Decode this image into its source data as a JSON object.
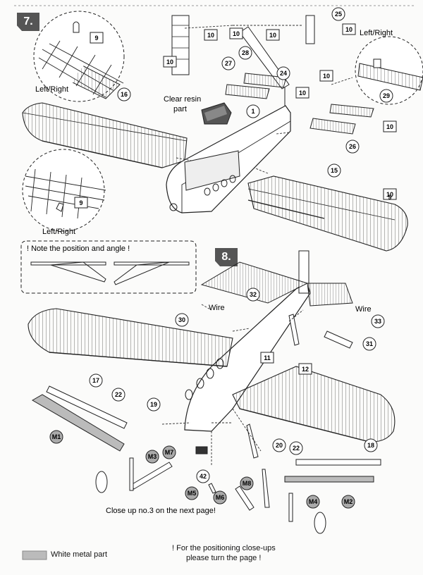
{
  "steps": {
    "step7": "7.",
    "step8": "8."
  },
  "labels": {
    "left_right_1": "Left/Right",
    "left_right_2": "Left/Right",
    "left_right_3": "Left/Right",
    "clear_resin_1": "Clear resin",
    "clear_resin_2": "part",
    "wire_left": "Wire",
    "wire_right": "Wire",
    "note": "! Note the position and angle !",
    "close_up": "Close up no.3 on the next page!",
    "legend_metal": "White metal part",
    "footer_line1": "! For the positioning close-ups",
    "footer_line2": "please turn the page !"
  },
  "callouts": {
    "c9a": "9",
    "c10a": "10",
    "c10b": "10",
    "c10c": "10",
    "c10d": "10",
    "c10e": "10",
    "c25": "25",
    "c10f": "10",
    "c28": "28",
    "c27": "27",
    "c24": "24",
    "c10g": "10",
    "c16": "16",
    "c1": "1",
    "c10h": "10",
    "c29": "29",
    "c10i": "10",
    "c26": "26",
    "c15": "15",
    "c9b": "9",
    "c9c": "9",
    "c32": "32",
    "c30": "30",
    "c33": "33",
    "c31": "31",
    "c11": "11",
    "c12": "12",
    "c17": "17",
    "c22a": "22",
    "c19": "19",
    "c20": "20",
    "c22b": "22",
    "c18": "18",
    "cM1": "M1",
    "cM3": "M3",
    "cM7": "M7",
    "c42": "42",
    "cM5": "M5",
    "cM8": "M8",
    "cM6": "M6",
    "cM4": "M4",
    "cM2": "M2"
  }
}
